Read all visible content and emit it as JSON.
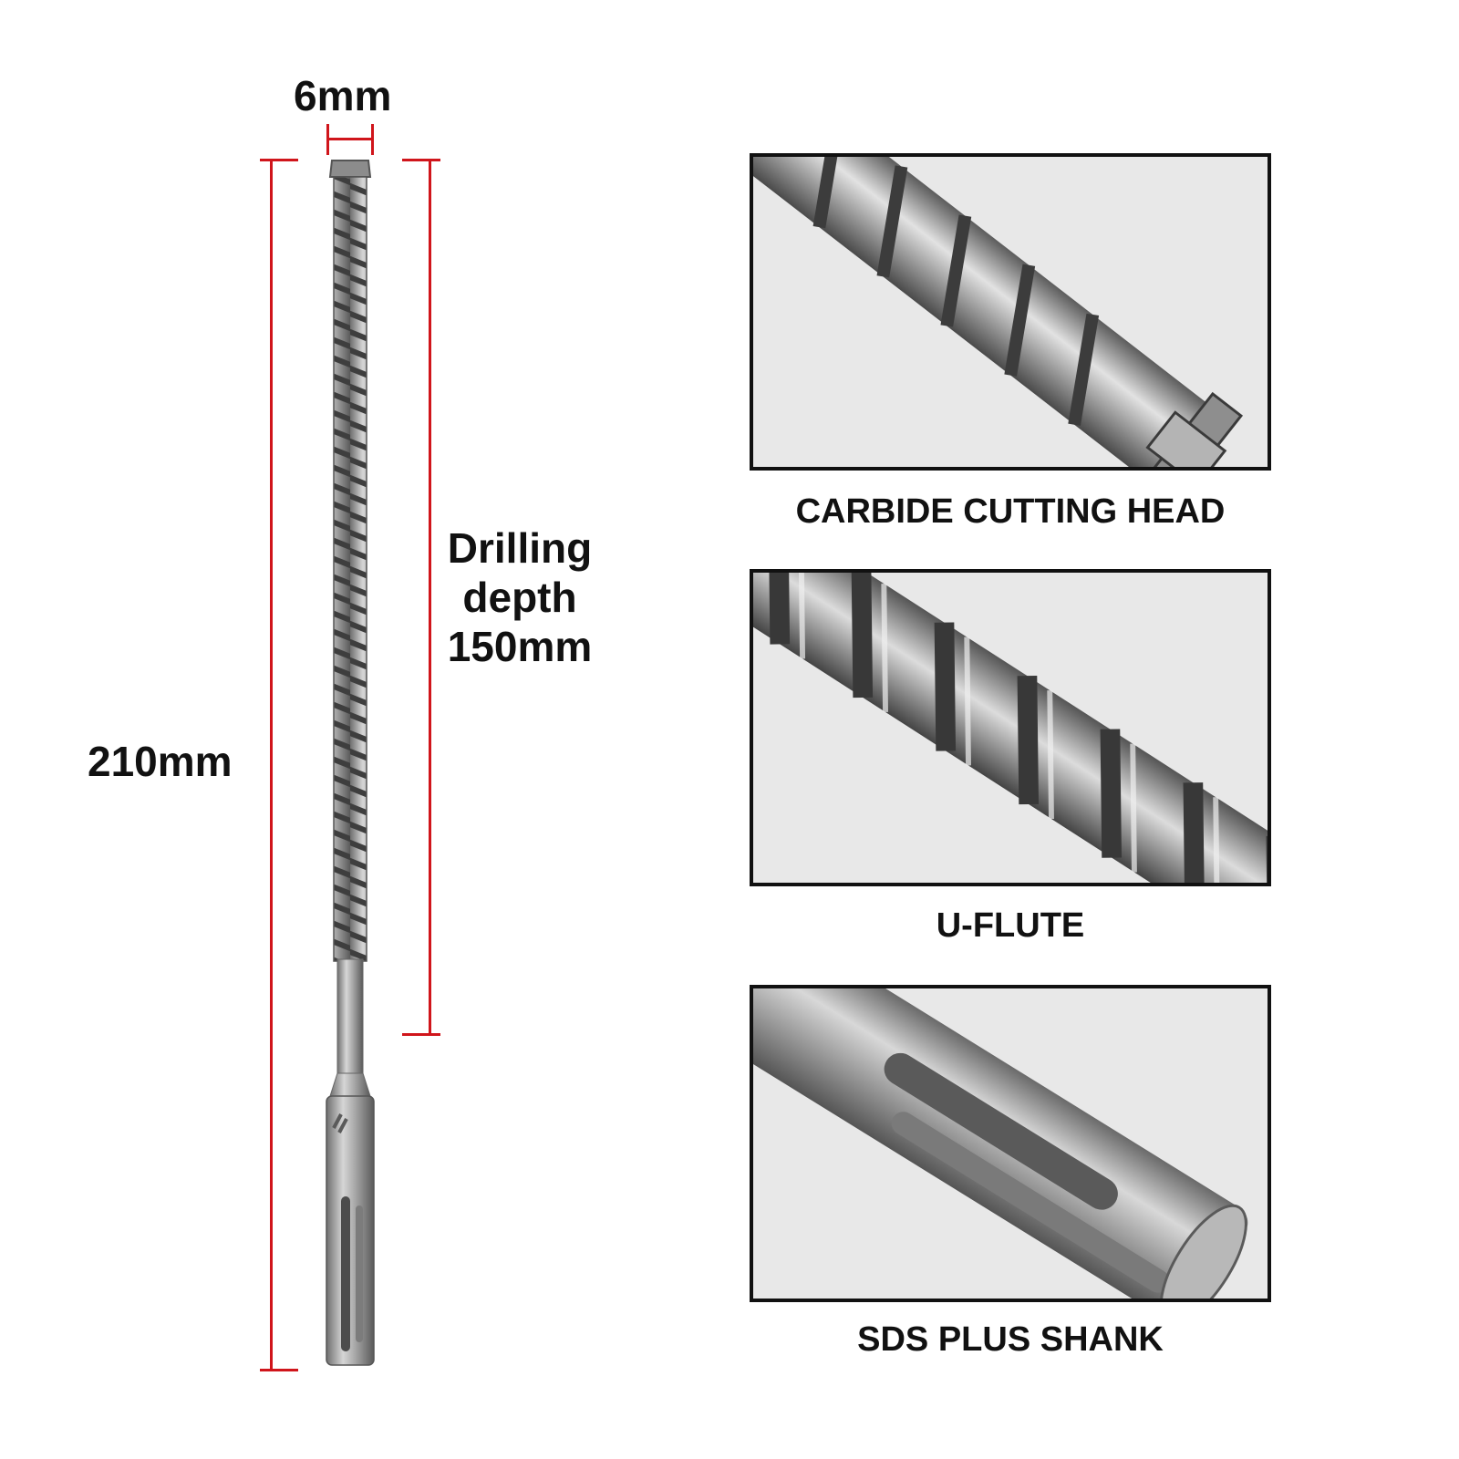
{
  "dimensions": {
    "width": "6mm",
    "length": "210mm",
    "depth_line1": "Drilling",
    "depth_line2": "depth",
    "depth_line3": "150mm"
  },
  "features": [
    {
      "caption": "CARBIDE CUTTING HEAD"
    },
    {
      "caption": "U-FLUTE"
    },
    {
      "caption": "SDS PLUS SHANK"
    }
  ],
  "colors": {
    "measure_line": "#d0151b",
    "panel_border": "#111111",
    "panel_background": "#e8e8e8",
    "steel": "#9a9a9a"
  }
}
